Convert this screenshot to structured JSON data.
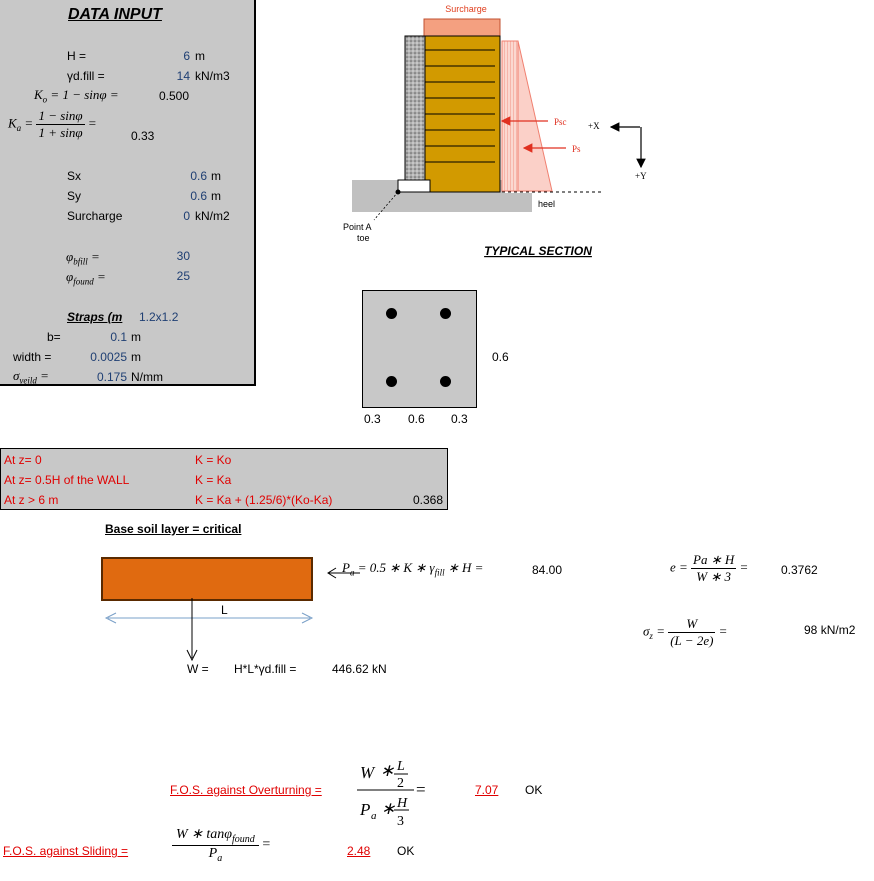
{
  "data_input": {
    "title": "DATA INPUT",
    "H_label": "H =",
    "H_value": "6",
    "H_unit": "m",
    "gamma_label": "γd.fill =",
    "gamma_value": "14",
    "gamma_unit": "kN/m3",
    "ko_lhs": "K",
    "ko_sub": "o",
    "ko_rhs": "= 1 − sinφ =",
    "ko_value": "0.500",
    "ka_lhs": "K",
    "ka_sub": "a",
    "ka_eq": "=",
    "ka_num": "1 − sinφ",
    "ka_den": "1 + sinφ",
    "ka_eq2": "=",
    "ka_value": "0.33",
    "sx_label": "Sx",
    "sx_value": "0.6",
    "sx_unit": "m",
    "sy_label": "Sy",
    "sy_value": "0.6",
    "sy_unit": "m",
    "surcharge_label": "Surcharge",
    "surcharge_value": "0",
    "surcharge_unit": "kN/m2",
    "phi_bfill_label": "φ",
    "phi_bfill_sub": "bfill",
    "phi_bfill_eq": "=",
    "phi_bfill_value": "30",
    "phi_found_label": "φ",
    "phi_found_sub": "found",
    "phi_found_eq": "=",
    "phi_found_value": "25",
    "straps_label": "Straps (m",
    "straps_value": "1.2x1.2",
    "b_label": "b=",
    "b_value": "0.1",
    "b_unit": "m",
    "width_label": "width =",
    "width_value": "0.0025",
    "width_unit": "m",
    "sigma_label": "σ",
    "sigma_sub": "yeild",
    "sigma_eq": "=",
    "sigma_value": "0.175",
    "sigma_unit": "N/mm"
  },
  "section": {
    "surcharge": "Surcharge",
    "psc": "Psc",
    "ps": "Ps",
    "plus_x": "+X",
    "plus_y": "+Y",
    "heel": "heel",
    "point_a": "Point A",
    "toe": "toe",
    "title": "TYPICAL SECTION"
  },
  "strap_grid": {
    "side_value": "0.6",
    "bottom_values": [
      "0.3",
      "0.6",
      "0.3"
    ]
  },
  "conditions": {
    "rows": [
      {
        "zone": "At z= 0",
        "k": "K = Ko",
        "value": ""
      },
      {
        "zone": "At z= 0.5H of the WALL",
        "k": "K = Ka",
        "value": ""
      },
      {
        "zone": "At z > 6 m",
        "k": "K = Ka + (1.25/6)*(Ko-Ka)",
        "value": "0.368"
      }
    ]
  },
  "base": {
    "title": "Base soil layer = critical",
    "L_label": "L",
    "pa_lhs": "P",
    "pa_sub": "a",
    "pa_expr": "= 0.5 ∗ K ∗ γ",
    "pa_gsub": "fill",
    "pa_expr2": "∗ H =",
    "pa_value": "84.00",
    "e_lhs": "e =",
    "e_num": "Pa ∗ H",
    "e_den": "W ∗ 3",
    "e_eq": "=",
    "e_value": "0.3762",
    "sigma_lhs": "σ",
    "sigma_sub": "z",
    "sigma_eq": "=",
    "sigma_num": "W",
    "sigma_den": "(L − 2e)",
    "sigma_eq2": "=",
    "sigma_value": "98",
    "sigma_unit": "kN/m2",
    "w_label": "W =",
    "w_expr": "H*L*γd.fill =",
    "w_value": "446.62",
    "w_unit": "kN"
  },
  "fos": {
    "ot_label": "F.O.S. against Overturning =",
    "ot_value": "7.07",
    "ot_status": "OK",
    "sl_label": "F.O.S. against Sliding =",
    "sl_num": "W ∗ tanφ",
    "sl_num_sub": "found",
    "sl_den": "P",
    "sl_den_sub": "a",
    "sl_eq": "=",
    "sl_value": "2.48",
    "sl_status": "OK"
  },
  "colors": {
    "panel": "#c8c8c8",
    "soil": "#d29a00",
    "pressure": "#f08070",
    "base_block": "#e06a10",
    "arrow_blue": "#7aa0c8",
    "red_text": "#e00000",
    "blue_text": "#1f3f73"
  }
}
